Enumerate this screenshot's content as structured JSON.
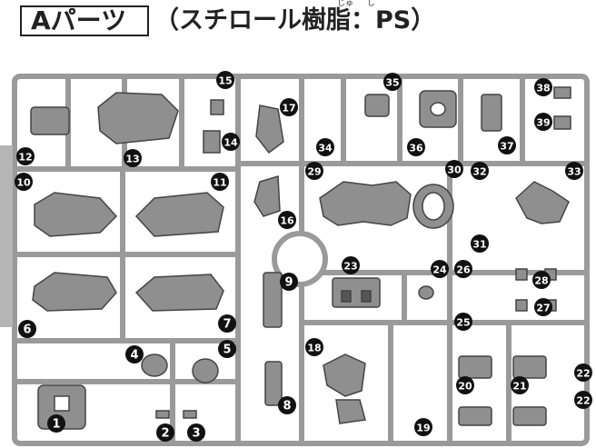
{
  "title": {
    "label": "Aパーツ",
    "material": "（スチロール樹脂：PS）",
    "ruby_juu": "じゅ",
    "ruby_shi": "し"
  },
  "parts": [
    "1",
    "2",
    "3",
    "4",
    "5",
    "6",
    "7",
    "8",
    "9",
    "10",
    "11",
    "12",
    "13",
    "14",
    "15",
    "16",
    "17",
    "18",
    "19",
    "20",
    "21",
    "22",
    "22",
    "23",
    "24",
    "25",
    "26",
    "27",
    "28",
    "29",
    "30",
    "31",
    "32",
    "33",
    "34",
    "35",
    "36",
    "37",
    "38",
    "39"
  ],
  "colors": {
    "runner": "#9a9a9a",
    "part_fill": "#8f8f8f",
    "part_dark": "#555555",
    "marker": "#111111",
    "marker_text": "#ffffff"
  }
}
